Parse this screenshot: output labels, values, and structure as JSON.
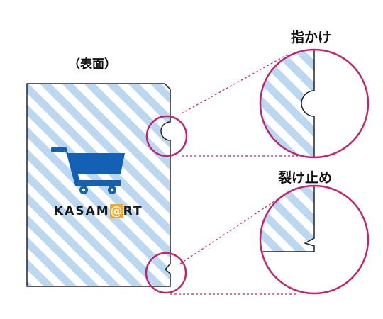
{
  "labels": {
    "front": "（表面）",
    "finger_hook": "指かけ",
    "tear_stop": "裂け止め"
  },
  "logo": {
    "text_before": "KASAM",
    "text_at": "@",
    "text_after": "RT"
  },
  "colors": {
    "stripe": "#bcd8f1",
    "folder_outline": "#222222",
    "callout": "#c0266e",
    "cart": "#1360b5",
    "logo_at_bg": "#f5a623"
  },
  "icons": [
    "shopping-cart-icon"
  ]
}
